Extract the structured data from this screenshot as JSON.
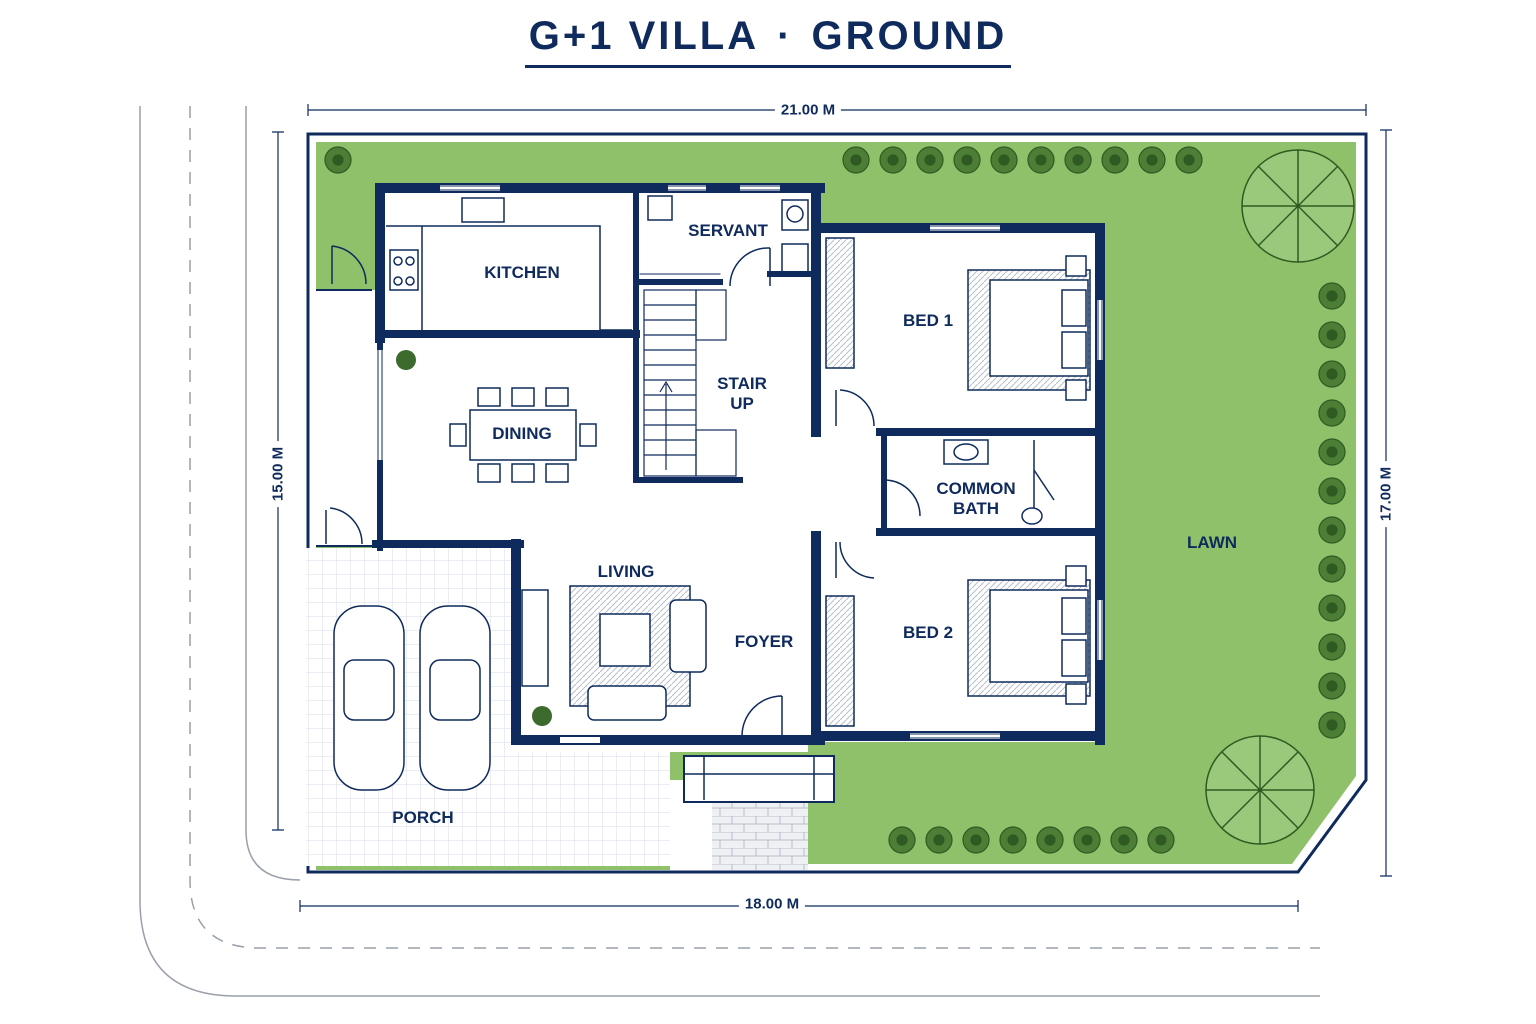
{
  "title": {
    "main": "G+1 VILLA",
    "separator": "·",
    "sub": "GROUND"
  },
  "dimensions": {
    "top_width": "21.00 M",
    "bottom_width": "18.00 M",
    "left_depth": "15.00 M",
    "right_depth": "17.00 M"
  },
  "rooms": {
    "kitchen": "KITCHEN",
    "servant": "SERVANT",
    "stair": "STAIR\nUP",
    "bed1": "BED 1",
    "dining": "DINING",
    "common_bath": "COMMON\nBATH",
    "living": "LIVING",
    "foyer": "FOYER",
    "bed2": "BED 2",
    "porch": "PORCH",
    "lawn": "LAWN"
  },
  "colors": {
    "wall": "#0f2a5c",
    "lawn": "#8fc06a",
    "shrub": "#2f5a22",
    "text": "#0f2a5c",
    "porch_tile": "#d6dce8"
  }
}
